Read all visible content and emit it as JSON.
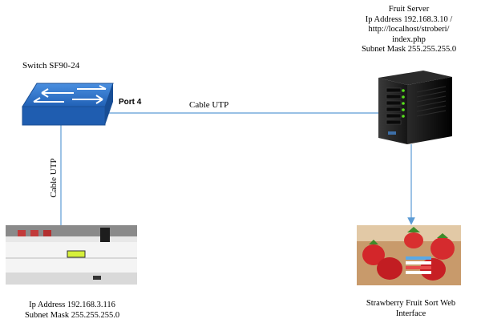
{
  "switch": {
    "title": "Switch SF90-24",
    "port_label": "Port 4"
  },
  "links": {
    "switch_to_server": "Cable UTP",
    "switch_to_device": "Cable UTP"
  },
  "server": {
    "lines": [
      "Fruit Server",
      "Ip Address 192.168.3.10 /",
      "http://localhost/stroberi/",
      "index.php",
      "Subnet Mask 255.255.255.0"
    ]
  },
  "device": {
    "lines": [
      "Ip Address 192.168.3.116",
      "Subnet Mask 255.255.255.0"
    ]
  },
  "web": {
    "lines": [
      "Strawberry Fruit Sort Web",
      "Interface"
    ]
  },
  "colors": {
    "cable": "#5b9bd5",
    "switch_blue": "#2e6fc0",
    "server_black": "#111111",
    "led_green": "#57e01c"
  },
  "icons": {
    "switch": "network-switch-icon",
    "server": "server-tower-icon",
    "device": "sorting-device-photo",
    "web": "strawberry-web-photo"
  }
}
